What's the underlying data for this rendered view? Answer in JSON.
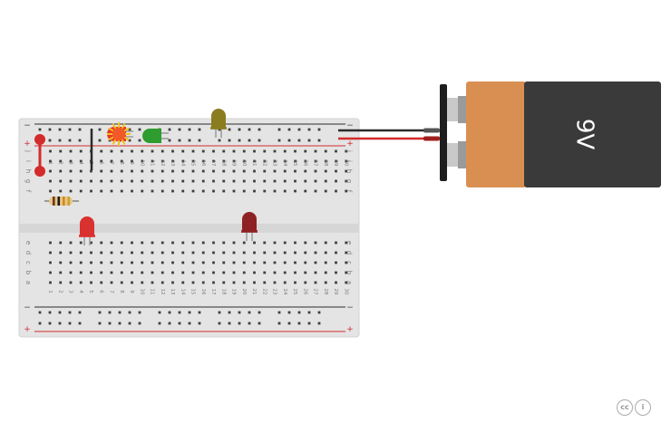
{
  "breadboard": {
    "columns": [
      "1",
      "2",
      "3",
      "4",
      "5",
      "6",
      "7",
      "8",
      "9",
      "10",
      "11",
      "12",
      "13",
      "14",
      "15",
      "16",
      "17",
      "18",
      "19",
      "20",
      "21",
      "22",
      "23",
      "24",
      "25",
      "26",
      "27",
      "28",
      "29",
      "30"
    ],
    "rows_top": [
      "j",
      "i",
      "h",
      "g",
      "f"
    ],
    "rows_bottom": [
      "e",
      "d",
      "c",
      "b",
      "a"
    ],
    "rail_minus": "−",
    "rail_plus": "+"
  },
  "components": {
    "battery_label": "9V",
    "battery_colors": {
      "body": "#3a3a3a",
      "label": "#d98f52"
    },
    "leds": [
      {
        "name": "led-red-glowing",
        "color": "#e8342a",
        "state": "on"
      },
      {
        "name": "led-green",
        "color": "#2e9c2e",
        "state": "off"
      },
      {
        "name": "led-yellow",
        "color": "#8a7d1f",
        "state": "off"
      },
      {
        "name": "led-red-1",
        "color": "#d9312f",
        "state": "off"
      },
      {
        "name": "led-red-2",
        "color": "#8e2222",
        "state": "off"
      }
    ],
    "resistor_bands": [
      "#6b3a1c",
      "#1a1a1a",
      "#d08a1a",
      "#c9a227"
    ],
    "wire_colors": {
      "black": "#2b2b2b",
      "red": "#d42b2b"
    }
  },
  "license": {
    "cc": "cc",
    "by": "i"
  }
}
